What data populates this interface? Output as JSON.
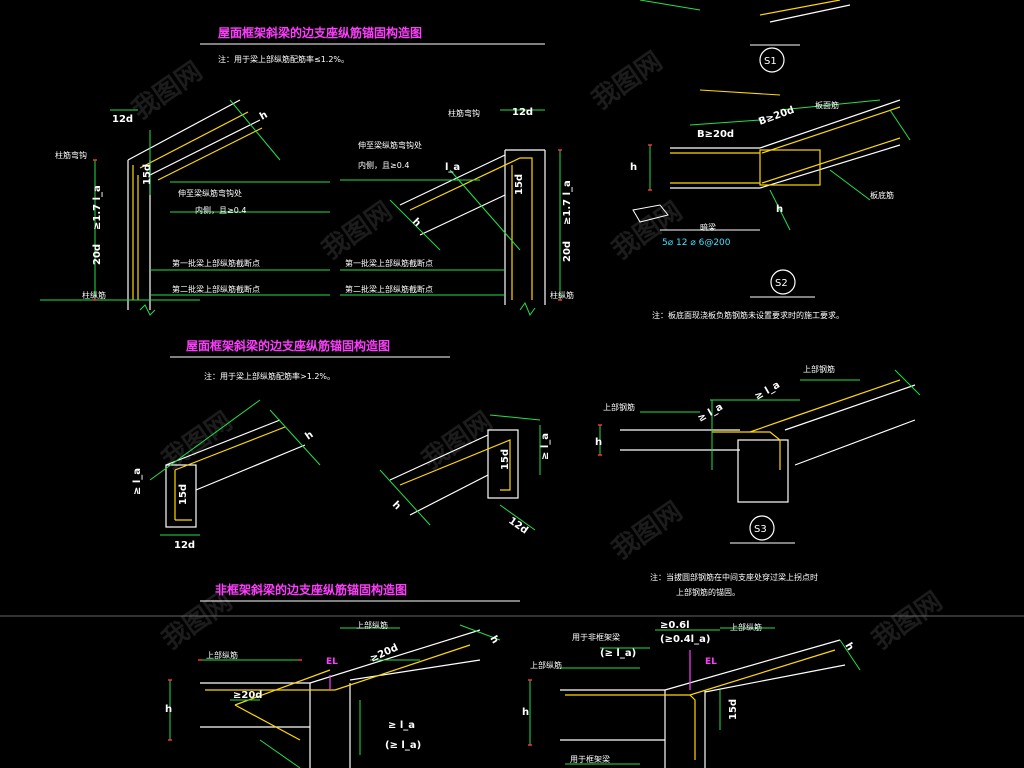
{
  "titles": {
    "t1": "屋面框架斜梁的边支座纵筋锚固构造图",
    "t2": "屋面框架斜梁的边支座纵筋锚固构造图",
    "t3": "非框架斜梁的边支座纵筋锚固构造图"
  },
  "notes": {
    "n1": "注：用于梁上部纵筋配筋率≤1.2%。",
    "n2": "注：用于梁上部纵筋配筋率>1.2%。",
    "n3": "注：板底面现浇板负筋钢筋未设置要求时的施工要求。",
    "n4a": "注：当拔圆部钢筋在中间支座处穿过梁上拐点时",
    "n4b": "上部钢筋的锚固。"
  },
  "circles": {
    "s1": "S1",
    "s2": "S2",
    "s3": "S3"
  },
  "dims": {
    "d12d": "12d",
    "d15d": "15d",
    "d20d": "20d",
    "d17la": "≥1.7 l_a",
    "dh": "h",
    "dla": "≥ l_a",
    "dl": "l_a",
    "dB20": "B≥20d",
    "dB20b": "B≥20d",
    "dh2": "h",
    "dge20d": "≥20d",
    "dla2": "≥ l_a",
    "dla3": "(≥ l_a)",
    "d06": "(≥0.4l_a)",
    "d06b": "≥0.6l",
    "d15dv": "15d"
  },
  "labels": {
    "zhujin": "柱筋弯钩",
    "zhujin2": "柱筋弯钩",
    "tongchang": "伸至梁纵筋弯钩处",
    "tongchang2": "伸至梁纵筋弯钩处",
    "inner1": "内侧，且≥0.4",
    "inner2": "内侧，且≥0.4",
    "cut1": "第一批梁上部纵筋截断点",
    "cut2": "第二批梁上部纵筋截断点",
    "cut3": "第一批梁上部纵筋截断点",
    "cut4": "第二批梁上部纵筋截断点",
    "zhuzong": "柱纵筋",
    "zhuzong2": "柱纵筋",
    "banmian": "板面筋",
    "bandi": "板底筋",
    "anliang": "暗梁",
    "rebar": "5⌀ 12 ⌀ 6@200",
    "shangbu": "上部钢筋",
    "shangbu2": "上部钢筋",
    "shangbuzong": "上部纵筋",
    "shangbuzong2": "上部纵筋",
    "shangbuzong3": "上部纵筋",
    "shangbuzong4": "上部纵筋",
    "feikuang": "用于非框架梁",
    "kuangjia": "用于框架梁",
    "el": "EL"
  },
  "watermark": "我图网"
}
